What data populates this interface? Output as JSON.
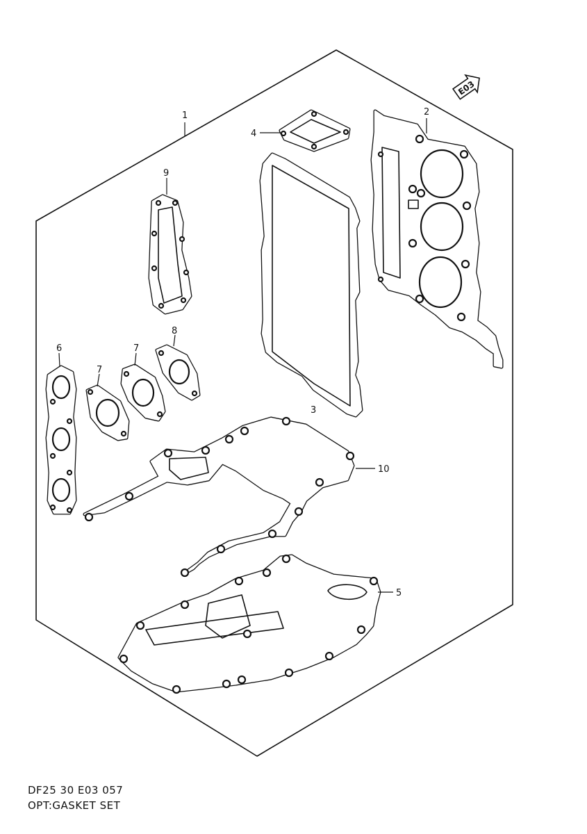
{
  "callouts": {
    "c1": "1",
    "c2": "2",
    "c3": "3",
    "c4": "4",
    "c5": "5",
    "c6": "6",
    "c7": "7",
    "c8": "8",
    "c9": "9",
    "c10": "10"
  },
  "badge": {
    "text": "E03"
  },
  "caption": {
    "line1": "DF25 30 E03  057",
    "line2": "OPT:GASKET SET"
  }
}
